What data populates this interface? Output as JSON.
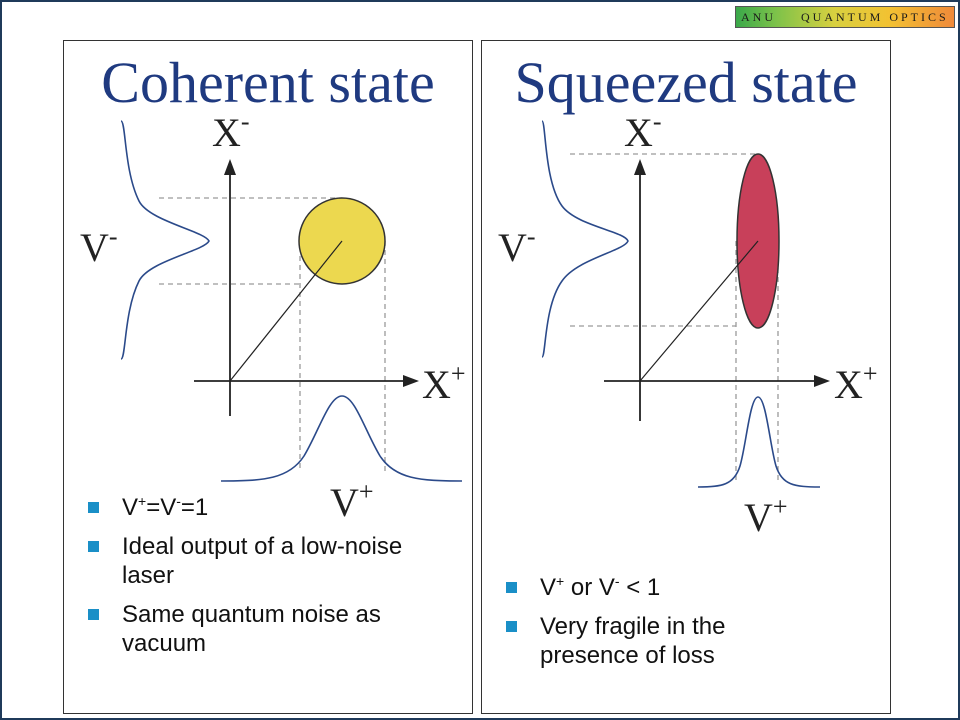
{
  "logo": {
    "left": "ANU",
    "right": "QUANTUM OPTICS"
  },
  "left_panel": {
    "title": "Coherent state",
    "axis_y": "X",
    "axis_y_sup": "-",
    "axis_x": "X",
    "axis_x_sup": "+",
    "dist_left": "V",
    "dist_left_sup": "-",
    "dist_bottom": "V",
    "dist_bottom_sup": "+",
    "shape_color": "#ecd84f",
    "bullets": [
      {
        "parts": [
          "V",
          "+",
          "=V",
          "-",
          "=1"
        ]
      },
      {
        "text": "Ideal output of a low-noise laser"
      },
      {
        "text": "Same quantum noise as vacuum"
      }
    ]
  },
  "right_panel": {
    "title": "Squeezed state",
    "axis_y": "X",
    "axis_y_sup": "-",
    "axis_x": "X",
    "axis_x_sup": "+",
    "dist_left": "V",
    "dist_left_sup": "-",
    "dist_bottom": "V",
    "dist_bottom_sup": "+",
    "shape_color": "#c8405a",
    "bullets": [
      {
        "parts": [
          "V",
          "+",
          " or V",
          "-",
          " < 1"
        ]
      },
      {
        "text": "Very fragile in the presence of loss"
      }
    ]
  },
  "colors": {
    "title": "#1f3a80",
    "curve": "#2b4a8a",
    "bullet": "#1a8fc7"
  }
}
